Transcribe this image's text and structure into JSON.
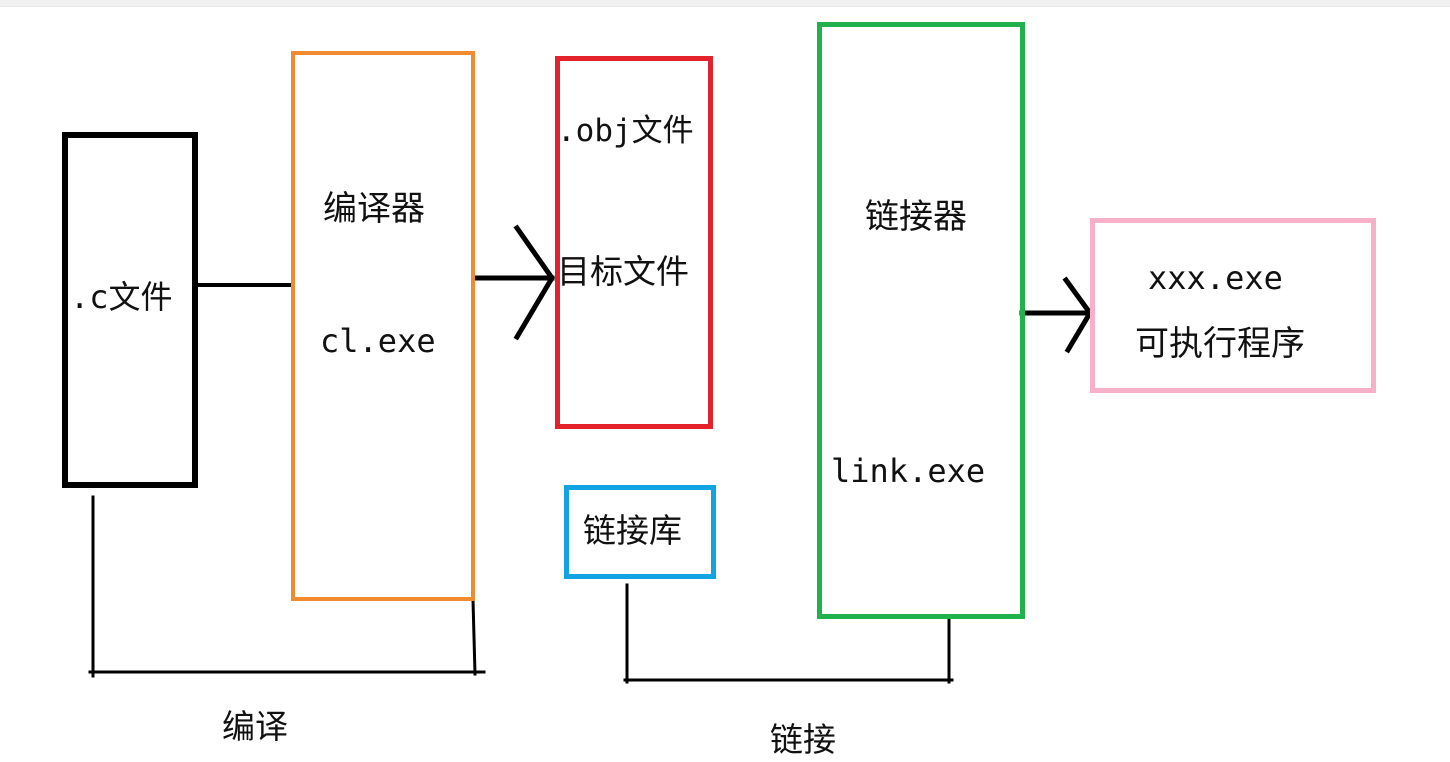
{
  "colors": {
    "source": "#000000",
    "compiler": "#f28a30",
    "object": "#e3232b",
    "library": "#11a3e2",
    "linker": "#22b24c",
    "output": "#f6b0c8",
    "line": "#000000"
  },
  "nodes": {
    "source_file": {
      "label": ".c文件"
    },
    "compiler": {
      "title": "编译器",
      "exe": "cl.exe"
    },
    "object_file": {
      "ext_label": ".obj文件",
      "label": "目标文件"
    },
    "link_library": {
      "label": "链接库"
    },
    "linker": {
      "title": "链接器",
      "exe": "link.exe"
    },
    "executable": {
      "exe": "xxx.exe",
      "label": "可执行程序"
    }
  },
  "brackets": {
    "compile_label": "编译",
    "link_label": "链接"
  }
}
